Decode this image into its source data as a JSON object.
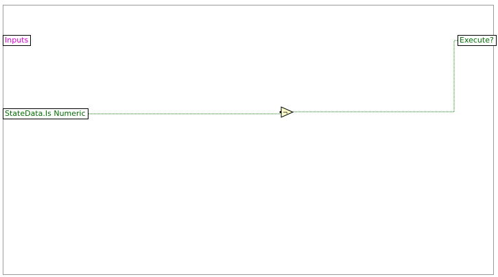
{
  "diagram": {
    "inputs_label": {
      "text": "Inputs",
      "color": "#cc00cc"
    },
    "statedata_indicator": {
      "text": "StateData.Is Numeric",
      "color": "#006b00"
    },
    "execute_indicator": {
      "text": "Execute?",
      "color": "#006b00"
    },
    "not_function": {
      "icon": "not-gate-icon",
      "fill": "#ffffcc",
      "stroke": "#000000",
      "symbol": "¬"
    },
    "wire": {
      "color": "#008000",
      "style": "dotted-boolean"
    },
    "frame_border_color": "#9a9a9a"
  }
}
